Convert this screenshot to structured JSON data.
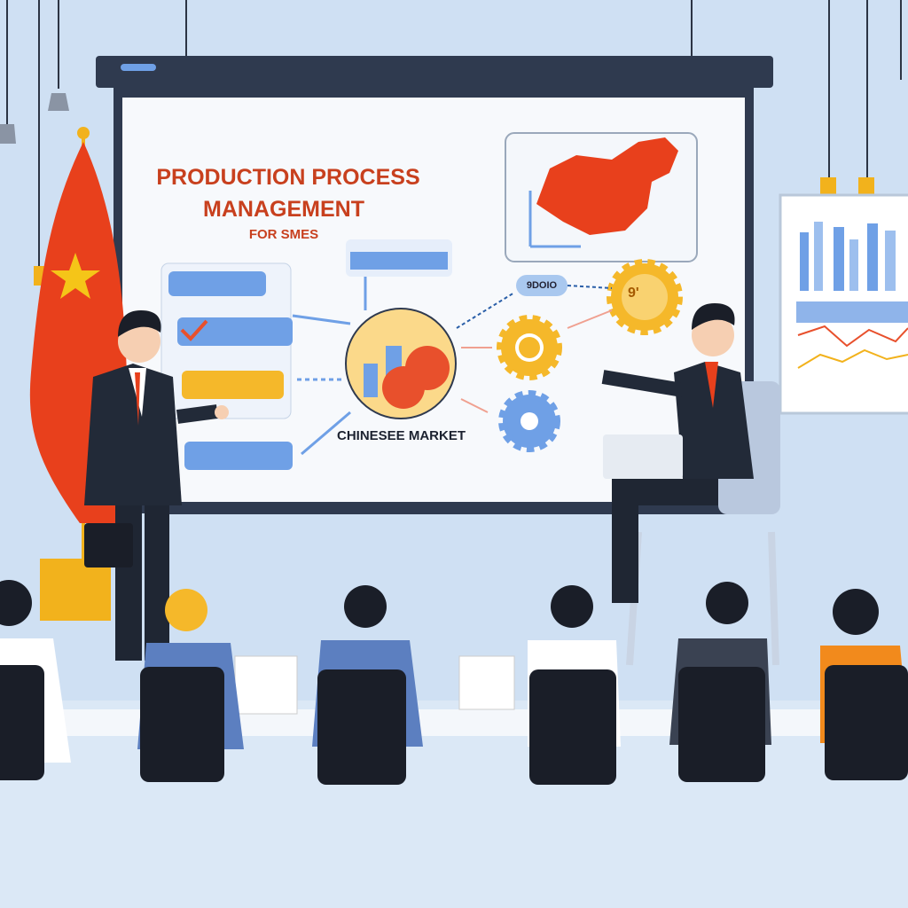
{
  "slide": {
    "title_line1": "PRODUCTION PROCESS",
    "title_line2": "MANAGEMENT",
    "subtitle": "FOR SMES",
    "center_label": "CHINESEE MARKET",
    "badge": "9DOIO",
    "gear_label": "9'"
  },
  "colors": {
    "background": "#cfe0f3",
    "screen_frame": "#2f3a4f",
    "accent_red": "#e8401c",
    "accent_yellow": "#f5b82a",
    "accent_blue": "#6fa0e6"
  }
}
